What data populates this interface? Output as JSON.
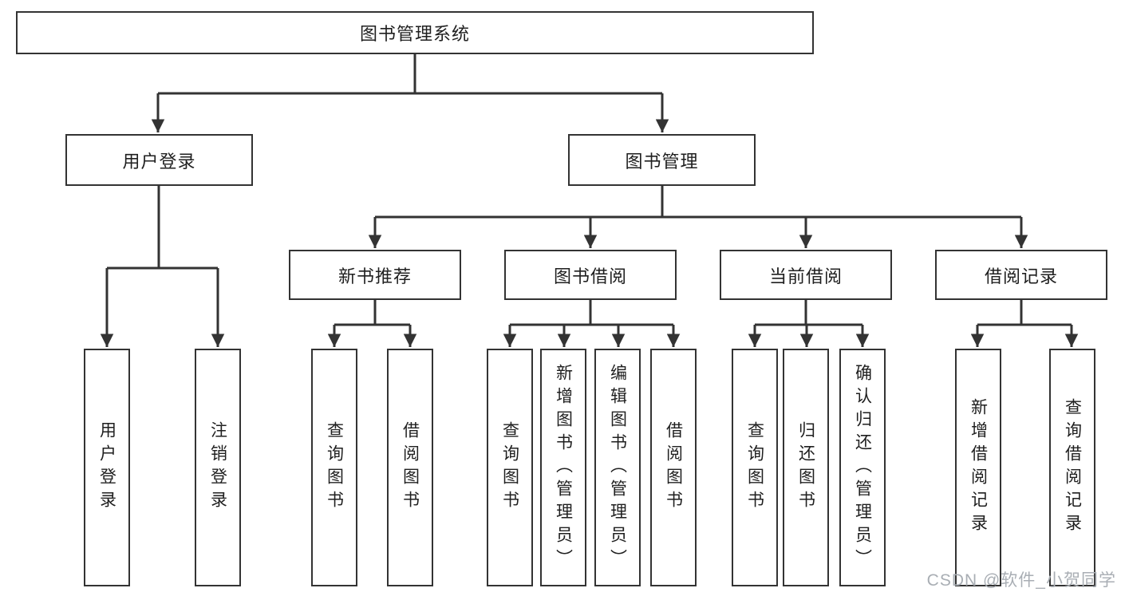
{
  "diagram_type": "tree",
  "colors": {
    "background": "#ffffff",
    "line": "#333333",
    "box_border": "#333333",
    "box_fill": "#ffffff",
    "text": "#1f1f1f",
    "watermark": "#a9aeb4"
  },
  "tree": {
    "label": "图书管理系统",
    "children": [
      {
        "label": "用户登录",
        "children": [
          {
            "label": "用户登录"
          },
          {
            "label": "注销登录"
          }
        ]
      },
      {
        "label": "图书管理",
        "children": [
          {
            "label": "新书推荐",
            "children": [
              {
                "label": "查询图书"
              },
              {
                "label": "借阅图书"
              }
            ]
          },
          {
            "label": "图书借阅",
            "children": [
              {
                "label": "查询图书"
              },
              {
                "label": "新增图书（管理员）"
              },
              {
                "label": "编辑图书（管理员）"
              },
              {
                "label": "借阅图书"
              }
            ]
          },
          {
            "label": "当前借阅",
            "children": [
              {
                "label": "查询图书"
              },
              {
                "label": "归还图书"
              },
              {
                "label": "确认归还（管理员）"
              }
            ]
          },
          {
            "label": "借阅记录",
            "children": [
              {
                "label": "新增借阅记录"
              },
              {
                "label": "查询借阅记录"
              }
            ]
          }
        ]
      }
    ]
  },
  "watermark": {
    "text": "CSDN @软件_小贺同学"
  }
}
